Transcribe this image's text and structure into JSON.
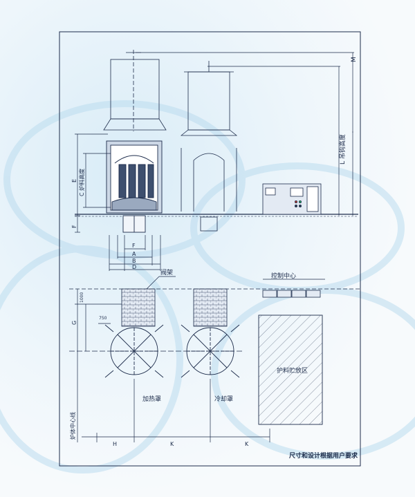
{
  "labels": {
    "M": "M",
    "L": "L 吊钩高度",
    "E": "E",
    "C": "C 炉料高度",
    "F_side": "F",
    "F": "F",
    "A": "A",
    "B": "B",
    "D": "D",
    "valve_frame": "阀架",
    "control_center": "控制中心",
    "dim_1000": "1000",
    "G": "G",
    "dim_750": "750",
    "storage_area": "护料贮放区",
    "furnace_center": "炉体中心线",
    "heating_cover": "加热罩",
    "cooling_cover": "冷却罩",
    "H": "H",
    "K1": "K",
    "K2": "K"
  },
  "footnote": "尺寸和设计根据用户要求",
  "colors": {
    "line": "#1c2b4a",
    "blue": "#3a6fb0",
    "bg": "#eef6fb"
  }
}
